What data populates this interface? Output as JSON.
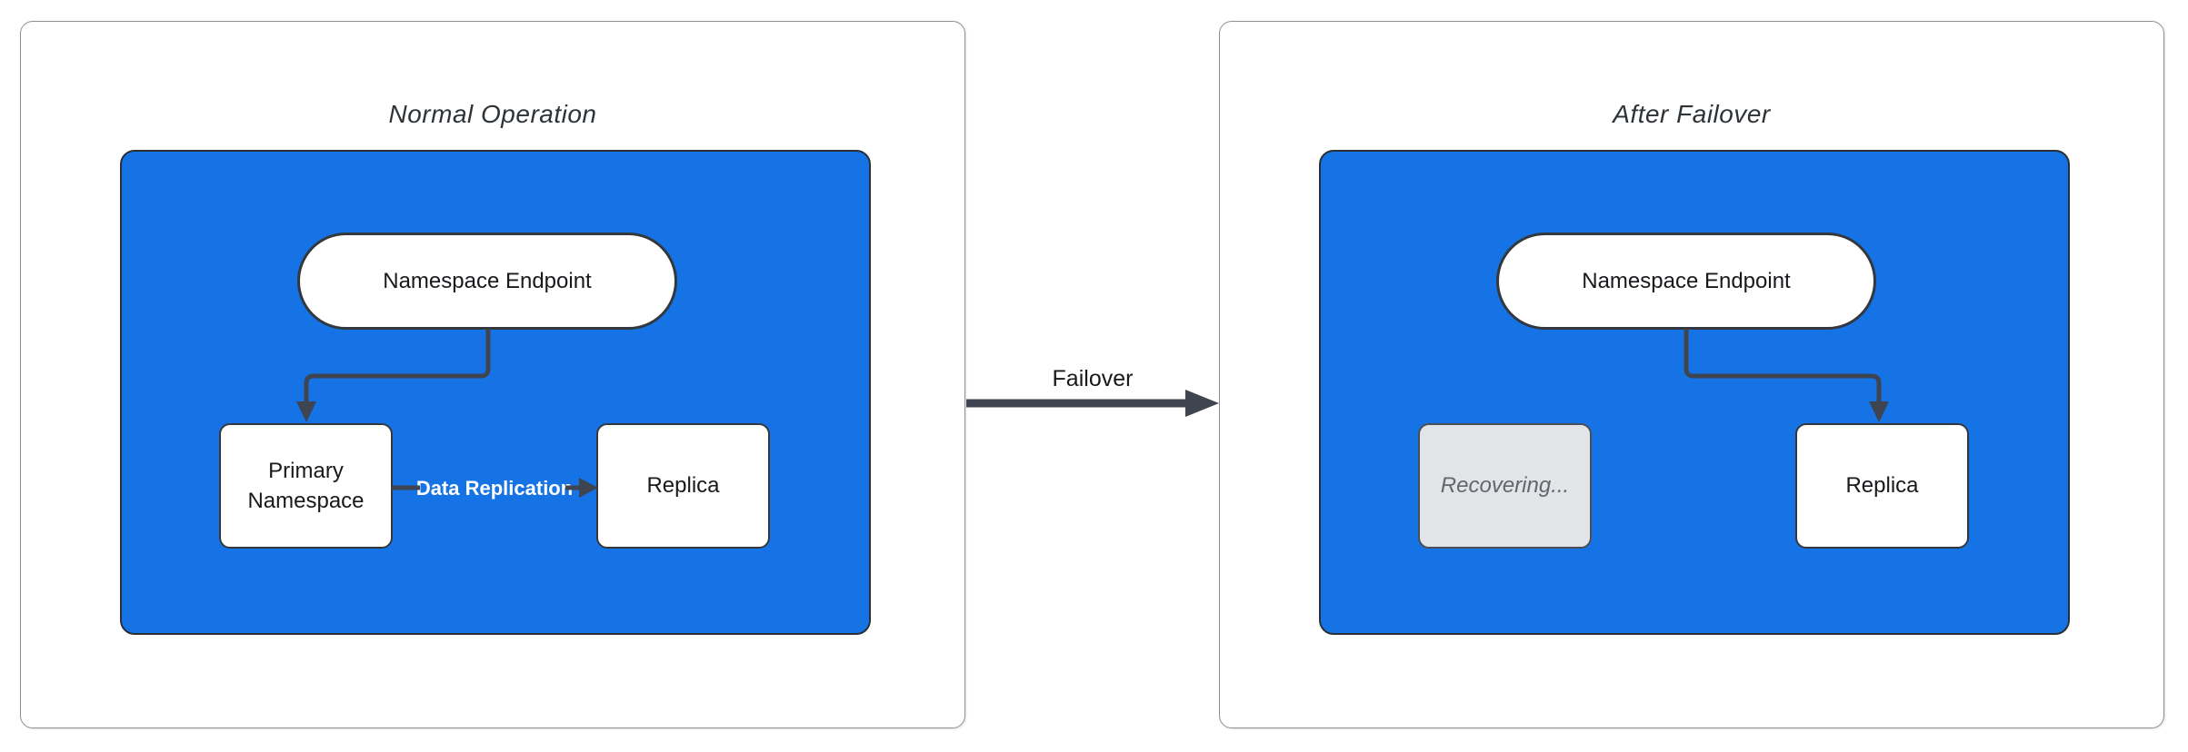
{
  "diagram": {
    "panels": [
      {
        "title": "Normal Operation",
        "nodes": {
          "endpoint": "Namespace Endpoint",
          "primary": "Primary Namespace",
          "replica": "Replica"
        },
        "edges": [
          {
            "from": "Namespace Endpoint",
            "to": "Primary Namespace",
            "label": ""
          },
          {
            "from": "Primary Namespace",
            "to": "Replica",
            "label": "Data Replication"
          }
        ]
      },
      {
        "title": "After Failover",
        "nodes": {
          "endpoint": "Namespace Endpoint",
          "recovering": "Recovering...",
          "replica": "Replica"
        },
        "edges": [
          {
            "from": "Namespace Endpoint",
            "to": "Replica",
            "label": ""
          }
        ]
      }
    ],
    "transition": {
      "label": "Failover"
    },
    "colors": {
      "canvas_background": "#ffffff",
      "container_fill": "#1673e6",
      "node_fill": "#ffffff",
      "node_border": "#33383f",
      "node_text": "#17191c",
      "connector": "#3e4450",
      "panel_border": "#8d9196",
      "title_text": "#2e3338",
      "recovering_fill": "#e2e4e7",
      "recovering_border": "#4a4e55",
      "recovering_text": "#63666c",
      "replication_label_text": "#ffffff",
      "transition_label_text": "#17191c"
    }
  }
}
